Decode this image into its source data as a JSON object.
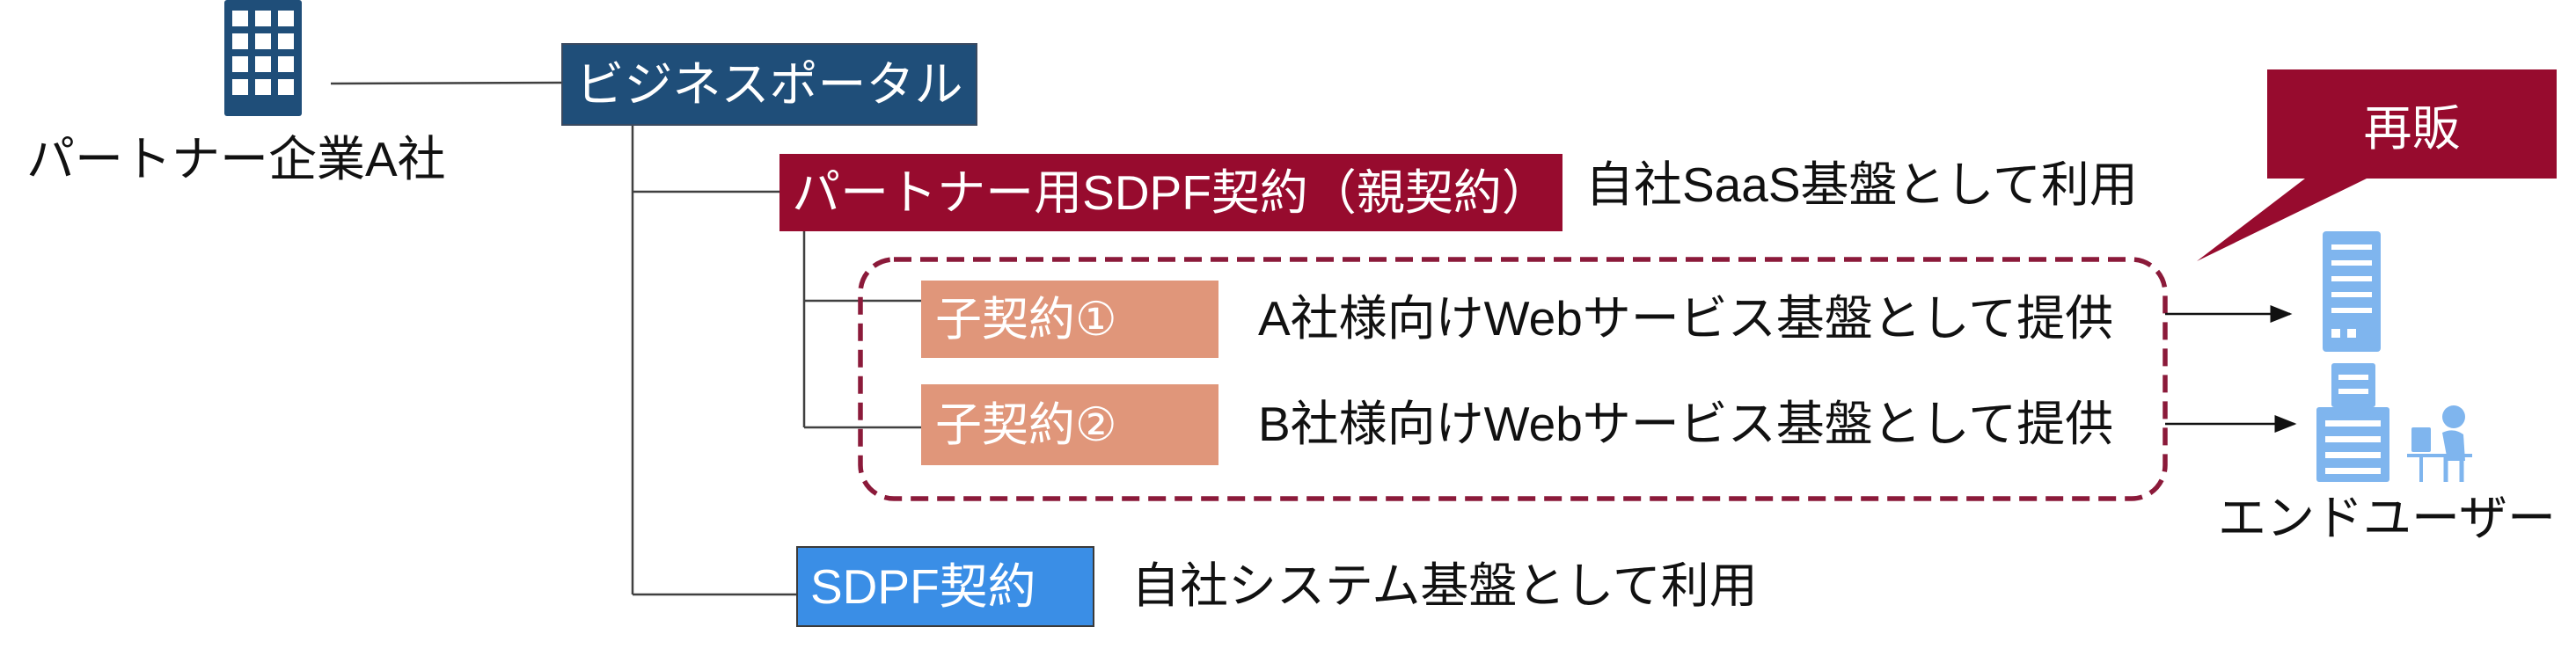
{
  "partner": {
    "label": "パートナー企業A社",
    "icon": "building-icon"
  },
  "portal": {
    "label": "ビジネスポータル"
  },
  "parent_contract": {
    "label": "パートナー用SDPF契約（親契約）",
    "description": "自社SaaS基盤として利用"
  },
  "child_contracts": [
    {
      "label": "子契約①",
      "description": "A社様向けWebサービス基盤として提供"
    },
    {
      "label": "子契約②",
      "description": "B社様向けWebサービス基盤として提供"
    }
  ],
  "sdpf_contract": {
    "label": "SDPF契約",
    "description": "自社システム基盤として利用"
  },
  "resale_callout": {
    "label": "再販"
  },
  "end_users": {
    "label": "エンドユーザー",
    "icons": [
      "server-icon",
      "server-icon",
      "user-at-desk-icon"
    ]
  },
  "colors": {
    "portal": "#1F4E79",
    "parent": "#970B2E",
    "child": "#E0967A",
    "sdpf": "#3A8EE6",
    "icon_light_blue": "#7FB5EE",
    "dashed_border": "#8B1A3A"
  }
}
